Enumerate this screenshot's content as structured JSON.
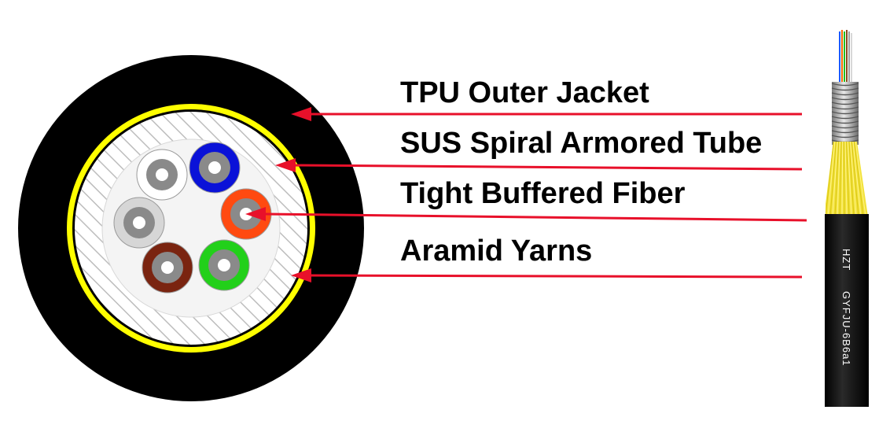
{
  "labels": [
    {
      "key": "tpu",
      "text": "TPU Outer Jacket"
    },
    {
      "key": "sus",
      "text": "SUS Spiral Armored Tube"
    },
    {
      "key": "tight",
      "text": "Tight Buffered Fiber"
    },
    {
      "key": "aramid",
      "text": "Aramid Yarns"
    }
  ],
  "cable_print": {
    "brand": "HZT",
    "model": "GYFJU-6B6a1"
  },
  "colors": {
    "jacket": "#000000",
    "armor_ring": "#ffff00",
    "armor_hatch": "#bdbdbd",
    "arrow": "#e8102a",
    "aramid": "#f2e23a"
  },
  "fibers": [
    {
      "name": "white",
      "color": "#ffffff"
    },
    {
      "name": "blue",
      "color": "#0a12d8"
    },
    {
      "name": "orange",
      "color": "#ff4a10"
    },
    {
      "name": "green",
      "color": "#22d01a"
    },
    {
      "name": "brown",
      "color": "#7a2410"
    },
    {
      "name": "gray",
      "color": "#d6d6d6"
    }
  ]
}
